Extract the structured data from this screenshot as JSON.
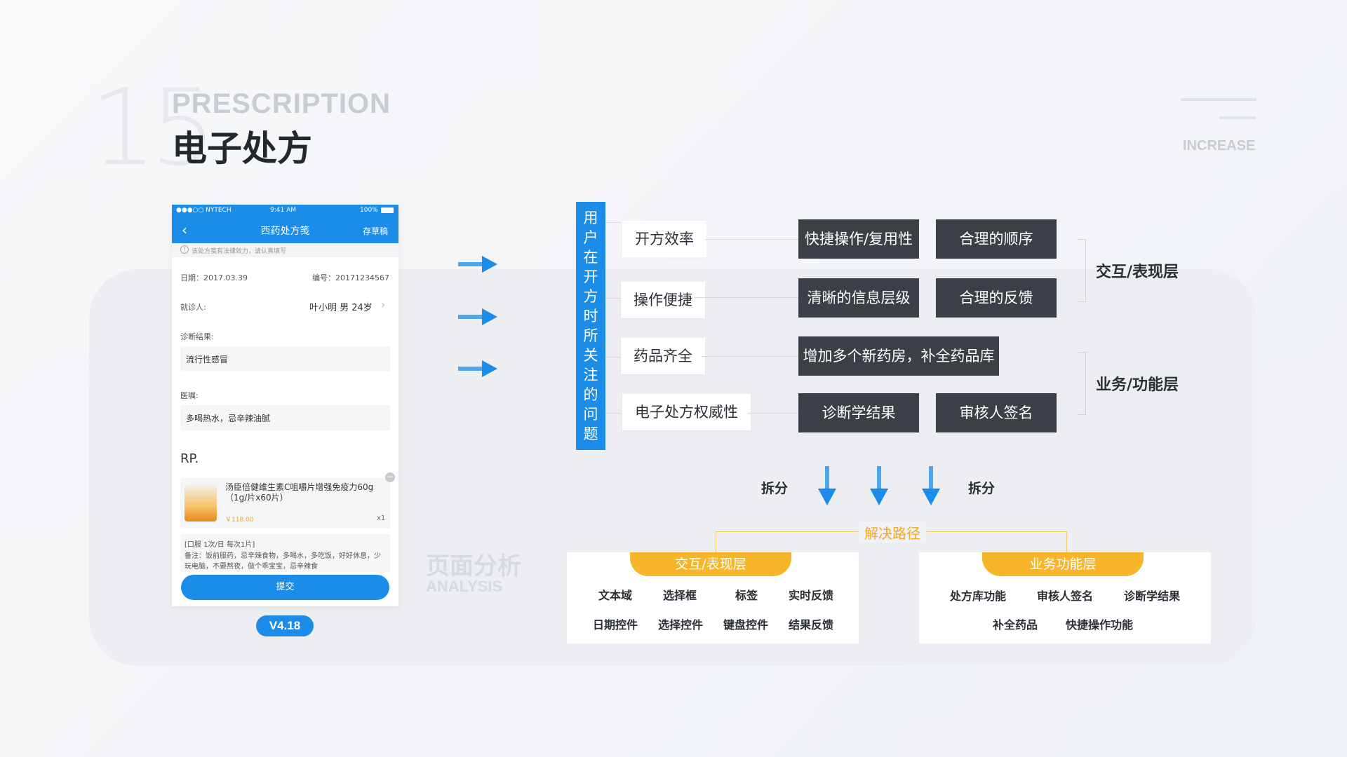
{
  "header": {
    "number": "15",
    "title_en": "PRESCRIPTION",
    "title_cn": "电子处方",
    "right_label": "INCREASE"
  },
  "analysis": {
    "cn": "页面分析",
    "en": "ANALYSIS"
  },
  "phone": {
    "status": {
      "carrier": "●●●○○ NYTECH",
      "time": "9:41 AM",
      "battery": "100%"
    },
    "nav": {
      "title": "西药处方笺",
      "action": "存草稿"
    },
    "notice": "该处方笺有法律效力，请认真填写",
    "date": "日期：2017.03.39",
    "number": "编号：20171234567",
    "patient_label": "就诊人:",
    "patient_value": "叶小明  男  24岁",
    "diagnosis_label": "诊断结果:",
    "diagnosis_value": "流行性感冒",
    "advice_label": "医嘱:",
    "advice_value": "多喝热水，忌辛辣油腻",
    "rp": "RP.",
    "drug": {
      "name": "汤臣倍健维生素C咀嚼片增强免疫力60g（1g/片x60片）",
      "price": "￥118.00",
      "qty": "x1"
    },
    "usage": "[口服 1次/日 每次1片]",
    "remark": "备注：饭前服药，忌辛辣食物，多喝水，多吃饭，好好休息，少玩电脑，不要熬夜，做个乖宝宝，忌辛辣食",
    "submit": "提交"
  },
  "version": "V4.18",
  "concerns_title": "用户在开方时所关注的问题",
  "concerns": [
    "开方效率",
    "操作便捷",
    "药品齐全",
    "电子处方权威性"
  ],
  "solutions": {
    "r1": [
      "快捷操作/复用性",
      "合理的顺序"
    ],
    "r2": [
      "清晰的信息层级",
      "合理的反馈"
    ],
    "r3": [
      "增加多个新药房，补全药品库"
    ],
    "r4": [
      "诊断学结果",
      "审核人签名"
    ]
  },
  "layers": {
    "interaction": "交互/表现层",
    "business": "业务/功能层"
  },
  "split_label": "拆分",
  "solve_label": "解决路径",
  "cards": {
    "interaction": {
      "title": "交互/表现层",
      "items": [
        "文本域",
        "选择框",
        "标签",
        "实时反馈",
        "日期控件",
        "选择控件",
        "键盘控件",
        "结果反馈"
      ]
    },
    "business": {
      "title": "业务功能层",
      "items": [
        "处方库功能",
        "审核人签名",
        "诊断学结果",
        "补全药品",
        "快捷操作功能"
      ]
    }
  },
  "colors": {
    "primary": "#1b8de8",
    "dark": "#3b3f46",
    "accent": "#f7b52a"
  }
}
